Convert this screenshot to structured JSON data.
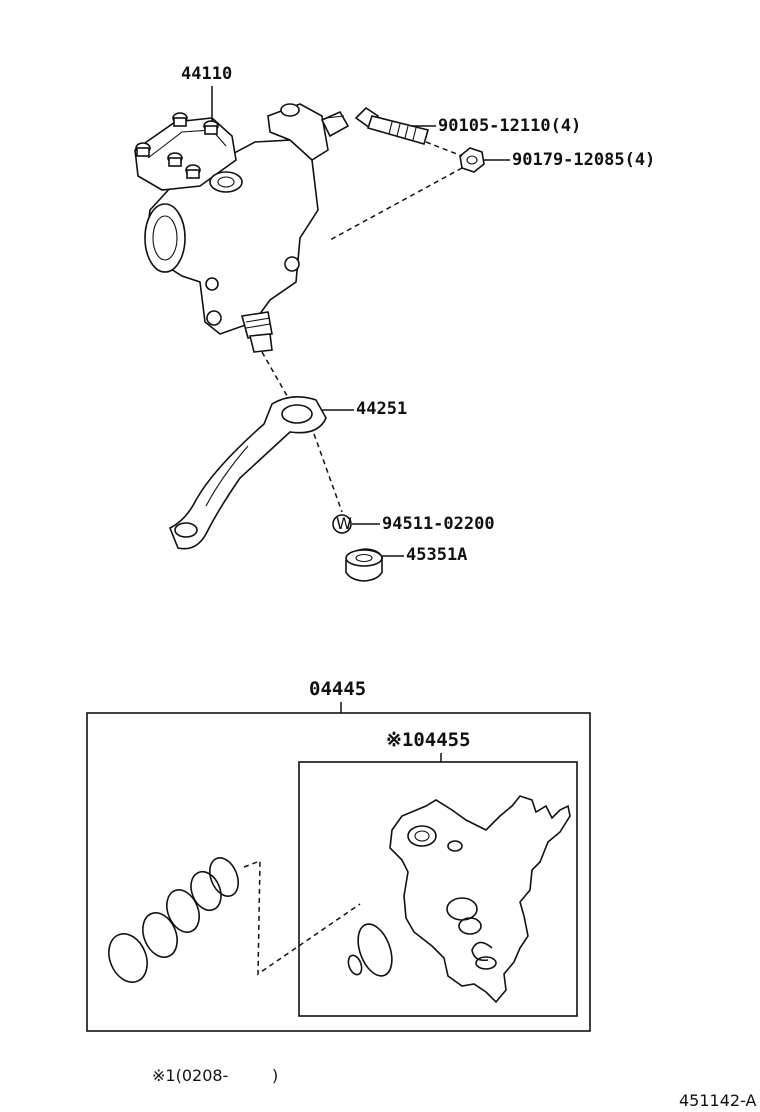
{
  "parts": {
    "gear_assy": "44110",
    "bolt": "90105-12110(4)",
    "nut": "90179-12085(4)",
    "pitman_arm": "44251",
    "washer": "94511-02200",
    "washer_marker": "W",
    "nut_arm": "45351A",
    "gasket_kit": "04445",
    "sub_kit": "※104455"
  },
  "footnote": {
    "text": "※1(0208-",
    "close": ")"
  },
  "figure_id": "451142-A"
}
